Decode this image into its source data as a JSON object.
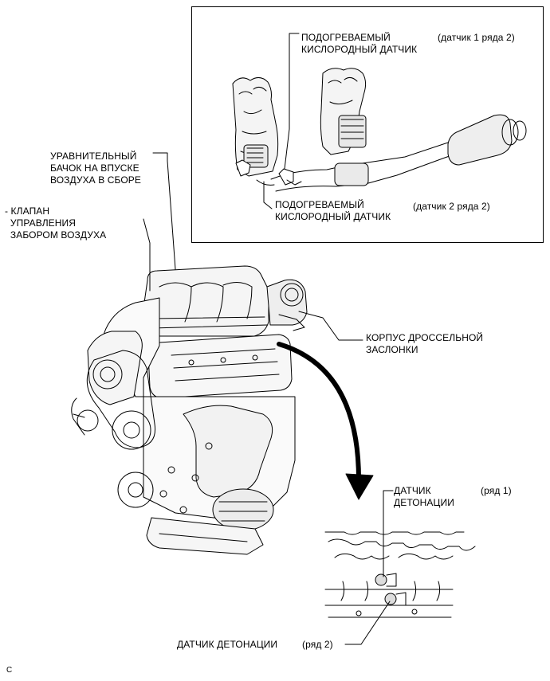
{
  "labels": {
    "heated_o2_sensor_upper": "ПОДОГРЕВАЕМЫЙ\nКИСЛОРОДНЫЙ ДАТЧИК",
    "sensor_b1s2": "(датчик 1 ряда 2)",
    "heated_o2_sensor_lower": "ПОДОГРЕВАЕМЫЙ\nКИСЛОРОДНЫЙ ДАТЧИК",
    "sensor_b2s2": "(датчик 2 ряда 2)",
    "intake_surge_tank": "УРАВНИТЕЛЬНЫЙ\nБАЧОК НА ВПУСКЕ\nВОЗДУХА В СБОРЕ",
    "intake_control_valve": "- КЛАПАН\n  УПРАВЛЕНИЯ\n  ЗАБОРОМ ВОЗДУХА",
    "throttle_body": "КОРПУС ДРОССЕЛЬНОЙ\nЗАСЛОНКИ",
    "knock_sensor_upper": "ДАТЧИК\nДЕТОНАЦИИ",
    "bank1": "(ряд 1)",
    "knock_sensor_lower": "ДАТЧИК ДЕТОНАЦИИ",
    "bank2": "(ряд 2)",
    "corner_code": "C"
  },
  "colors": {
    "line": "#000000",
    "background": "#ffffff",
    "fill_light": "#f2f2f2"
  }
}
